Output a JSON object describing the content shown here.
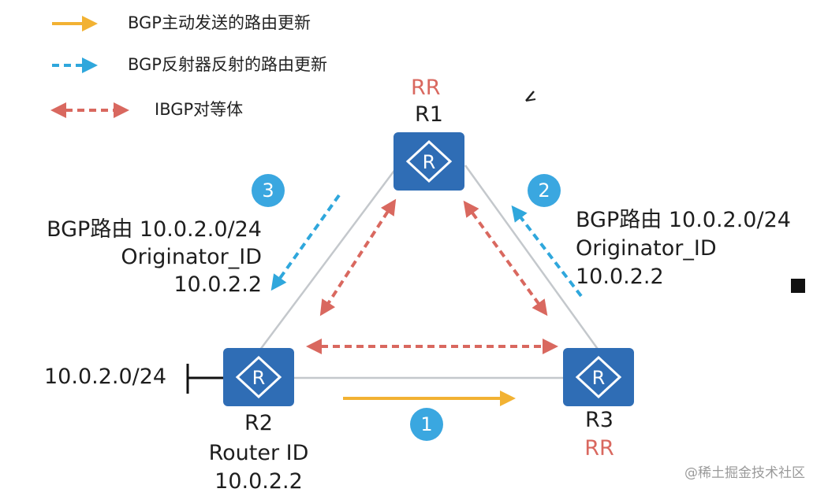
{
  "legend": [
    {
      "label": "BGP主动发送的路由更新",
      "style": "solid",
      "color": "#f2b233"
    },
    {
      "label": "BGP反射器反射的路由更新",
      "style": "dashed",
      "color": "#2fa7dc"
    },
    {
      "label": "IBGP对等体",
      "style": "dashed-bidirectional",
      "color": "#d9685f"
    }
  ],
  "routers": {
    "r1": {
      "name": "R1",
      "role": "RR"
    },
    "r2": {
      "name": "R2",
      "router_id_label": "Router ID",
      "router_id": "10.0.2.2"
    },
    "r3": {
      "name": "R3",
      "role": "RR"
    }
  },
  "network": {
    "prefix": "10.0.2.0/24"
  },
  "steps": [
    "1",
    "2",
    "3"
  ],
  "annotations": {
    "left": {
      "line1": "BGP路由 10.0.2.0/24",
      "line2": "Originator_ID",
      "line3": "10.0.2.2"
    },
    "right": {
      "line1": "BGP路由 10.0.2.0/24",
      "line2": "Originator_ID",
      "line3": "10.0.2.2"
    }
  },
  "colors": {
    "router_fill": "#2f6db5",
    "link": "#c4c8cc",
    "update": "#f2b233",
    "reflect": "#2fa7dc",
    "ibgp": "#d9685f",
    "step_badge": "#3aa7e0"
  },
  "watermark": "@稀土掘金技术社区"
}
